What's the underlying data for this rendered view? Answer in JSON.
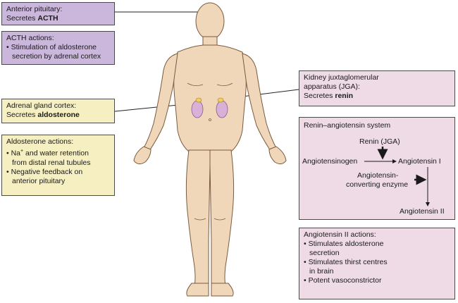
{
  "boxes": {
    "anterior_pituitary": {
      "line1": "Anterior pituitary:",
      "line2_prefix": "Secretes ",
      "line2_bold": "ACTH"
    },
    "acth_actions": {
      "title": "ACTH actions:",
      "bullets": [
        "• Stimulation of aldosterone",
        "secretion by adrenal cortex"
      ]
    },
    "adrenal_cortex": {
      "line1": "Adrenal gland cortex:",
      "line2_prefix": "Secretes ",
      "line2_bold": "aldosterone"
    },
    "aldosterone_actions": {
      "title": "Aldosterone actions:",
      "bullet1_a": "• Na",
      "bullet1_sup": "+",
      "bullet1_b": " and water retention",
      "bullet1_c": "from distal renal tubules",
      "bullet2_a": "• Negative feedback on",
      "bullet2_b": "anterior pituitary"
    },
    "kidney_jga": {
      "line1": "Kidney juxtaglomerular",
      "line2": "apparatus (JGA):",
      "line3_prefix": "Secretes ",
      "line3_bold": "renin"
    },
    "ras": {
      "title": "Renin–angiotensin system",
      "renin": "Renin (JGA)",
      "angiotensinogen": "Angiotensinogen",
      "angiotensin1": "Angiotensin I",
      "ace1": "Angiotensin-",
      "ace2": "converting enzyme",
      "angiotensin2": "Angiotensin II"
    },
    "ang2_actions": {
      "title": "Angiotensin II actions:",
      "b1a": "• Stimulates aldosterone",
      "b1b": "secretion",
      "b2a": "• Stimulates thirst centres",
      "b2b": "in brain",
      "b3": "• Potent vasoconstrictor"
    }
  },
  "colors": {
    "purple": "#cbb6dc",
    "yellow": "#f6efc2",
    "pink": "#eedbe6",
    "skin": "#f1d7b9",
    "adrenal": "#d8b0d8"
  }
}
